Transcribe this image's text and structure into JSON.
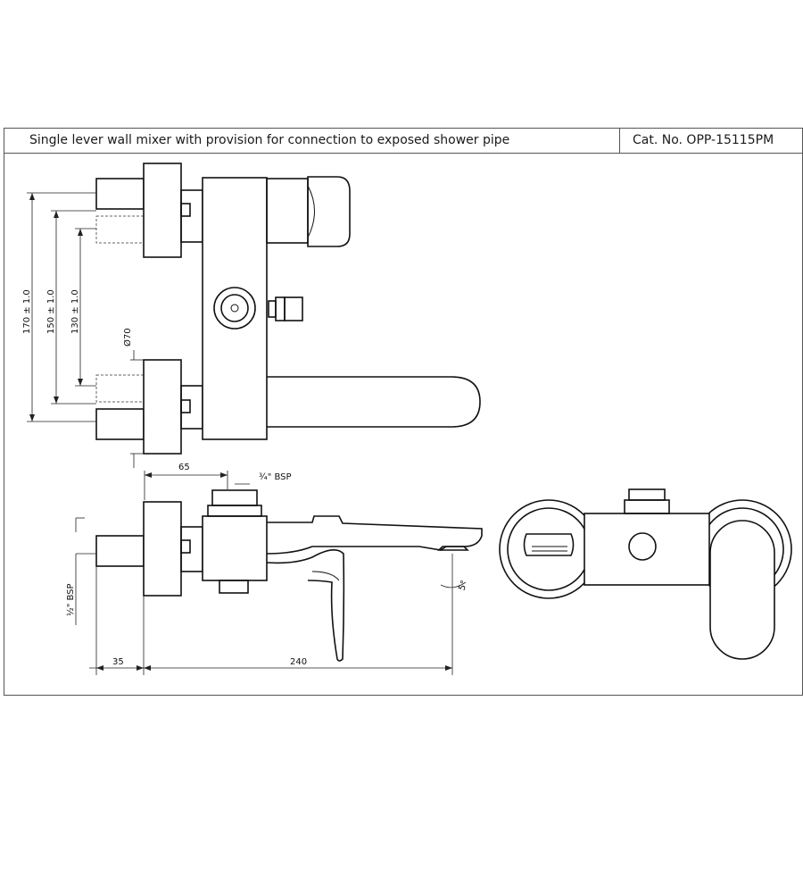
{
  "title": {
    "description": "Single lever wall mixer with provision for connection to exposed shower pipe",
    "catalog": "Cat. No. OPP-15115PM"
  },
  "dimensions": {
    "d170": "170 ± 1.0",
    "d150": "150 ± 1.0",
    "d130": "130 ± 1.0",
    "dia70": "Ø70",
    "d65": "65",
    "bsp34": "¾\" BSP",
    "bsp12": "½\" BSP",
    "d35": "35",
    "d240": "240",
    "angle": "5°"
  }
}
